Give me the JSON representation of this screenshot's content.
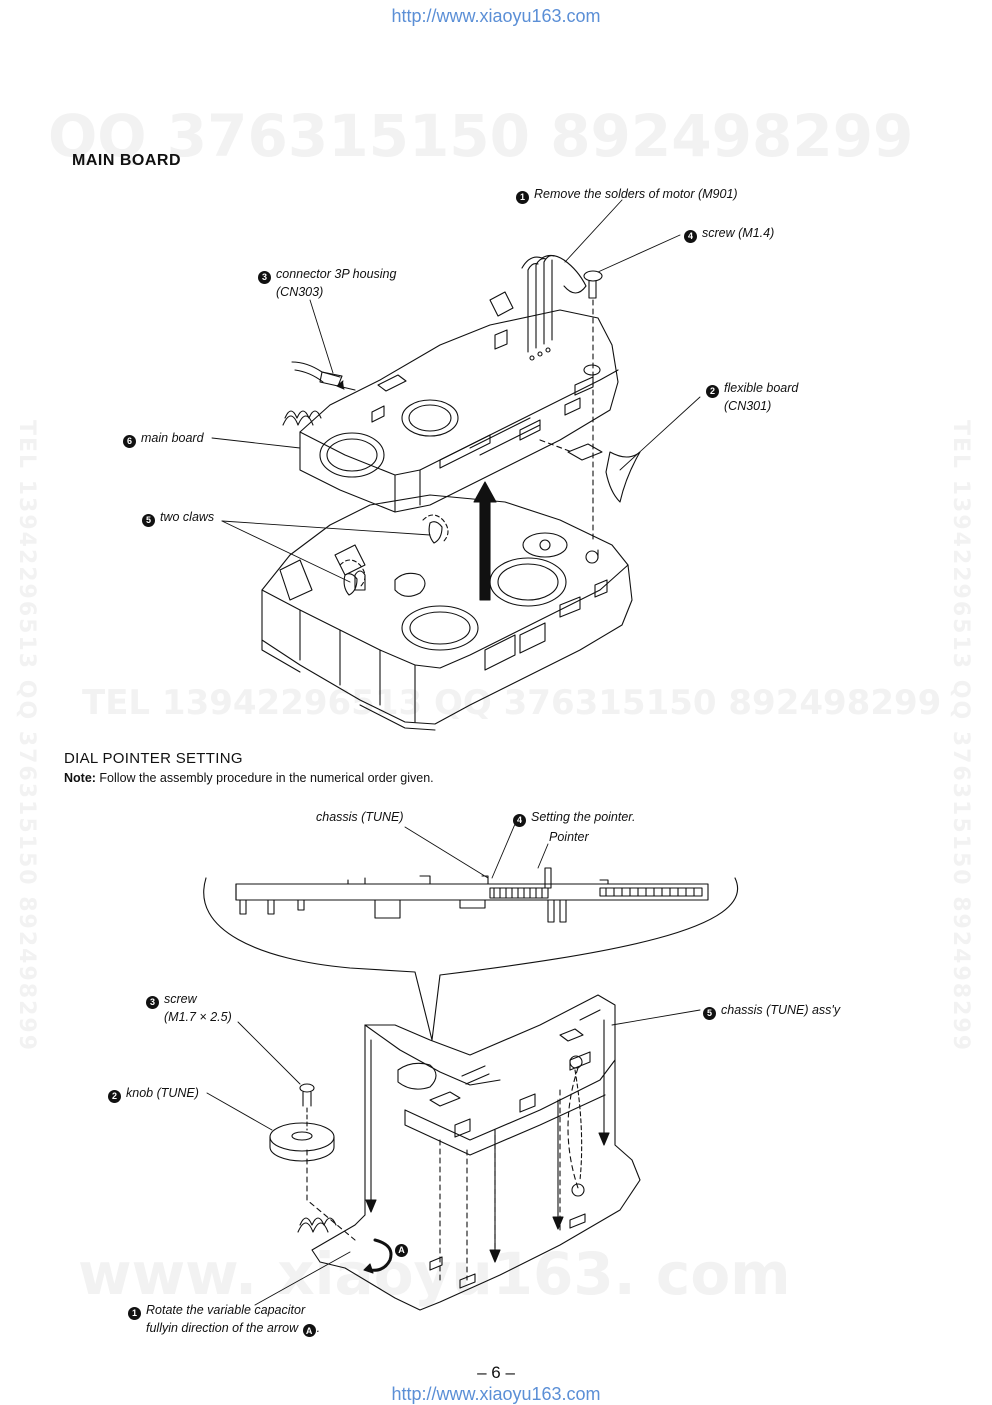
{
  "header": {
    "url": "http://www.xiaoyu163.com"
  },
  "footer": {
    "url": "http://www.xiaoyu163.com",
    "page_number": "– 6 –"
  },
  "watermarks": {
    "qq_top": "QQ 376315150   892498299",
    "tel_mid": "TEL 13942296513   QQ 376315150  892498299",
    "left_vertical": "TEL 13942296513  QQ 376315150  892498299",
    "right_vertical": "TEL 13942296513  QQ 376315150  892498299",
    "bottom": "www. xiaoyu163. com"
  },
  "main_board": {
    "title": "MAIN BOARD",
    "labels": {
      "l1": {
        "num": "1",
        "text": "Remove the solders of motor (M901)"
      },
      "l4": {
        "num": "4",
        "text": "screw (M1.4)"
      },
      "l3": {
        "num": "3",
        "text": "connector 3P housing",
        "text2": "(CN303)"
      },
      "l2": {
        "num": "2",
        "text": "flexible board",
        "text2": "(CN301)"
      },
      "l6": {
        "num": "6",
        "text": "main board"
      },
      "l5": {
        "num": "5",
        "text": "two claws"
      }
    }
  },
  "dial_pointer": {
    "title": "DIAL POINTER SETTING",
    "note_label": "Note:",
    "note_text": " Follow the assembly procedure in the numerical order given.",
    "labels": {
      "chassis": {
        "text": "chassis (TUNE)"
      },
      "l4": {
        "num": "4",
        "text": "Setting the pointer."
      },
      "pointer": {
        "text": "Pointer"
      },
      "l3": {
        "num": "3",
        "text": "screw",
        "text2": "(M1.7 × 2.5)"
      },
      "l5": {
        "num": "5",
        "text": "chassis (TUNE) ass'y"
      },
      "l2": {
        "num": "2",
        "text": "knob (TUNE)"
      },
      "l1": {
        "num": "1",
        "text": "Rotate the variable capacitor",
        "text2": "fullyin direction of the arrow",
        "arrow_letter": "A",
        "end": "."
      },
      "arrow_a": {
        "letter": "A"
      }
    }
  }
}
